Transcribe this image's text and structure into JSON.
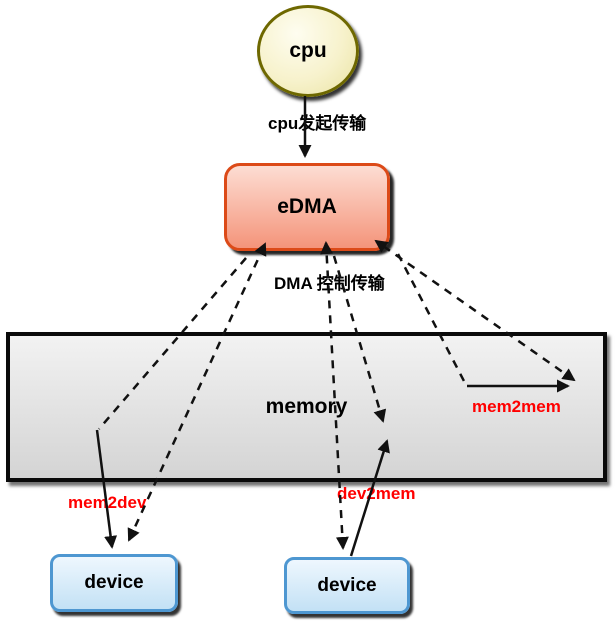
{
  "diagram": {
    "nodes": {
      "cpu": {
        "label": "cpu"
      },
      "edma": {
        "label": "eDMA"
      },
      "memory": {
        "label": "memory"
      },
      "device_left": {
        "label": "device"
      },
      "device_right": {
        "label": "device"
      }
    },
    "annotations": {
      "cpu_initiate": "cpu发起传输",
      "dma_control": "DMA 控制传输"
    },
    "transfers": {
      "mem2mem": "mem2mem",
      "mem2dev": "mem2dev",
      "dev2mem": "dev2mem"
    },
    "colors": {
      "transfer_label": "#FF0000",
      "arrow": "#111111",
      "cpu_fill": "#EAE3A2",
      "cpu_border": "#6E6800",
      "edma_fill_top": "#FDDDD3",
      "edma_fill_bottom": "#F4947A",
      "edma_border": "#DC4A18",
      "memory_fill_top": "#F2F2F2",
      "memory_fill_bottom": "#D4D4D4",
      "memory_border": "#0A0A0A",
      "device_fill_top": "#EEF7FE",
      "device_fill_bottom": "#C3E1F5",
      "device_border": "#4E97D1"
    }
  }
}
